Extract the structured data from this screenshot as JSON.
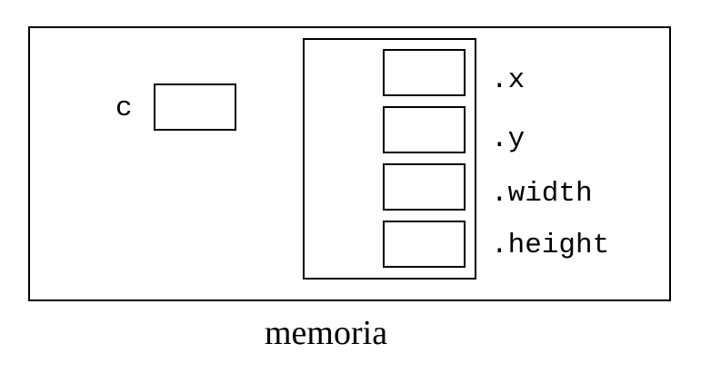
{
  "diagram": {
    "caption": "memoria",
    "variable": {
      "name": "c"
    },
    "struct_fields": [
      {
        "label": ".x"
      },
      {
        "label": ".y"
      },
      {
        "label": ".width"
      },
      {
        "label": ".height"
      }
    ],
    "colors": {
      "stroke": "#000000",
      "background": "#ffffff"
    }
  }
}
